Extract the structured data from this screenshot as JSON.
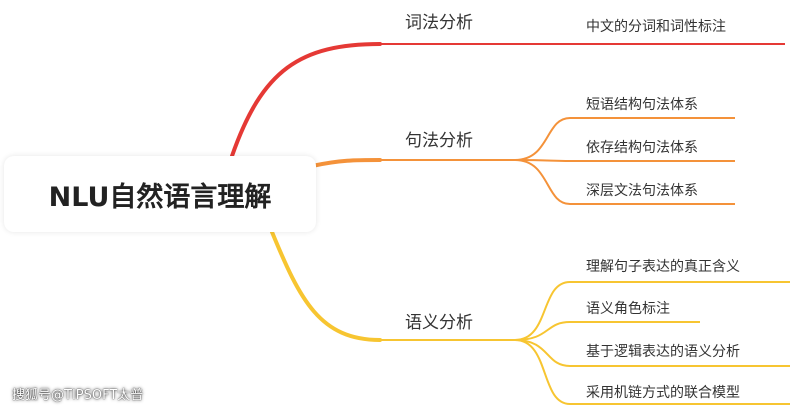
{
  "root": {
    "label": "NLU自然语言理解"
  },
  "branches": [
    {
      "label": "词法分析",
      "color": "#e53935",
      "children": [
        "中文的分词和词性标注"
      ]
    },
    {
      "label": "句法分析",
      "color": "#f4923a",
      "children": [
        "短语结构句法体系",
        "依存结构句法体系",
        "深层文法句法体系"
      ]
    },
    {
      "label": "语义分析",
      "color": "#f7c531",
      "children": [
        "理解句子表达的真正含义",
        "语义角色标注",
        "基于逻辑表达的语义分析",
        "采用机链方式的联合模型"
      ]
    }
  ],
  "watermark": "搜狐号@TIPSOFT太普"
}
